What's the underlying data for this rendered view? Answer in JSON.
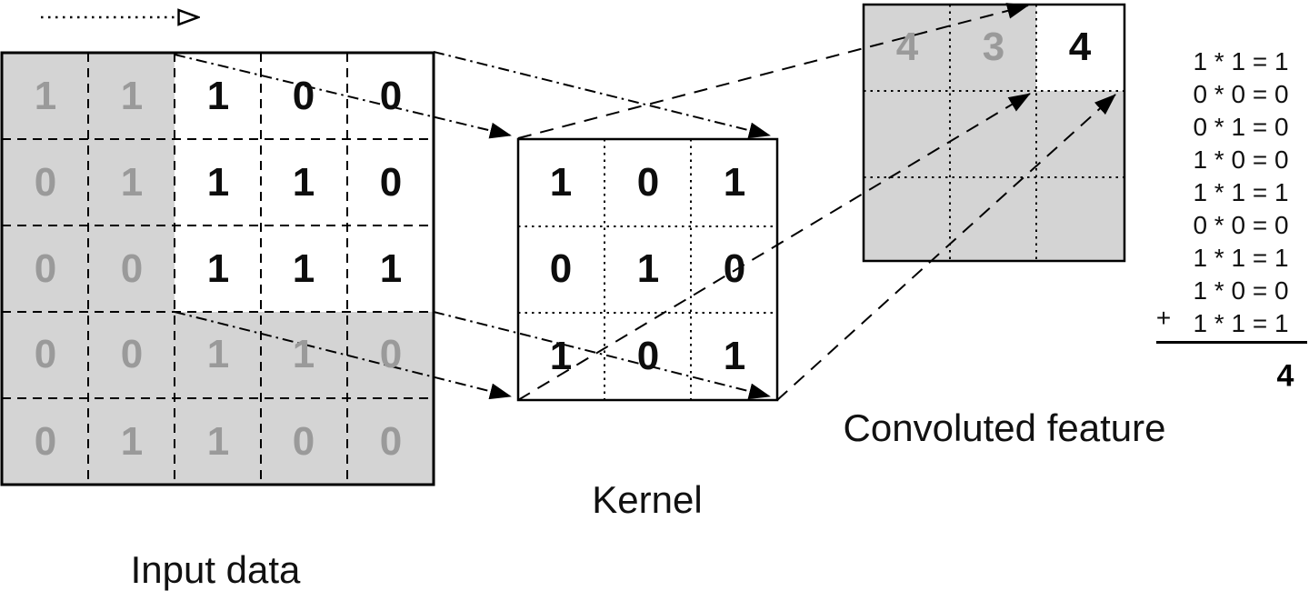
{
  "colors": {
    "cell_gray": "#d4d4d4",
    "digit_gray": "#9a9a9a",
    "digit_black": "#0d0d0d",
    "line_black": "#000000"
  },
  "input_grid": {
    "label": "Input data",
    "rows": [
      [
        1,
        1,
        1,
        0,
        0
      ],
      [
        0,
        1,
        1,
        1,
        0
      ],
      [
        0,
        0,
        1,
        1,
        1
      ],
      [
        0,
        0,
        1,
        1,
        0
      ],
      [
        0,
        1,
        1,
        0,
        0
      ]
    ],
    "highlight_window": {
      "row_start": 0,
      "row_end": 2,
      "col_start": 2,
      "col_end": 4
    }
  },
  "kernel": {
    "label": "Kernel",
    "rows": [
      [
        1,
        0,
        1
      ],
      [
        0,
        1,
        0
      ],
      [
        1,
        0,
        1
      ]
    ]
  },
  "output": {
    "label": "Convoluted feature",
    "values_row1": [
      "4",
      "3",
      "4"
    ],
    "highlight_cell": {
      "row": 0,
      "col": 2,
      "value": "4"
    }
  },
  "calculation": {
    "lines": [
      "1 * 1 = 1",
      "0 * 0 = 0",
      "0 * 1 = 0",
      "1 * 0 = 0",
      "1 * 1 = 1",
      "0 * 0 = 0",
      "1 * 1 = 1",
      "1 * 0 = 0",
      "1 * 1 = 1"
    ],
    "plus": "+",
    "total": "4"
  }
}
